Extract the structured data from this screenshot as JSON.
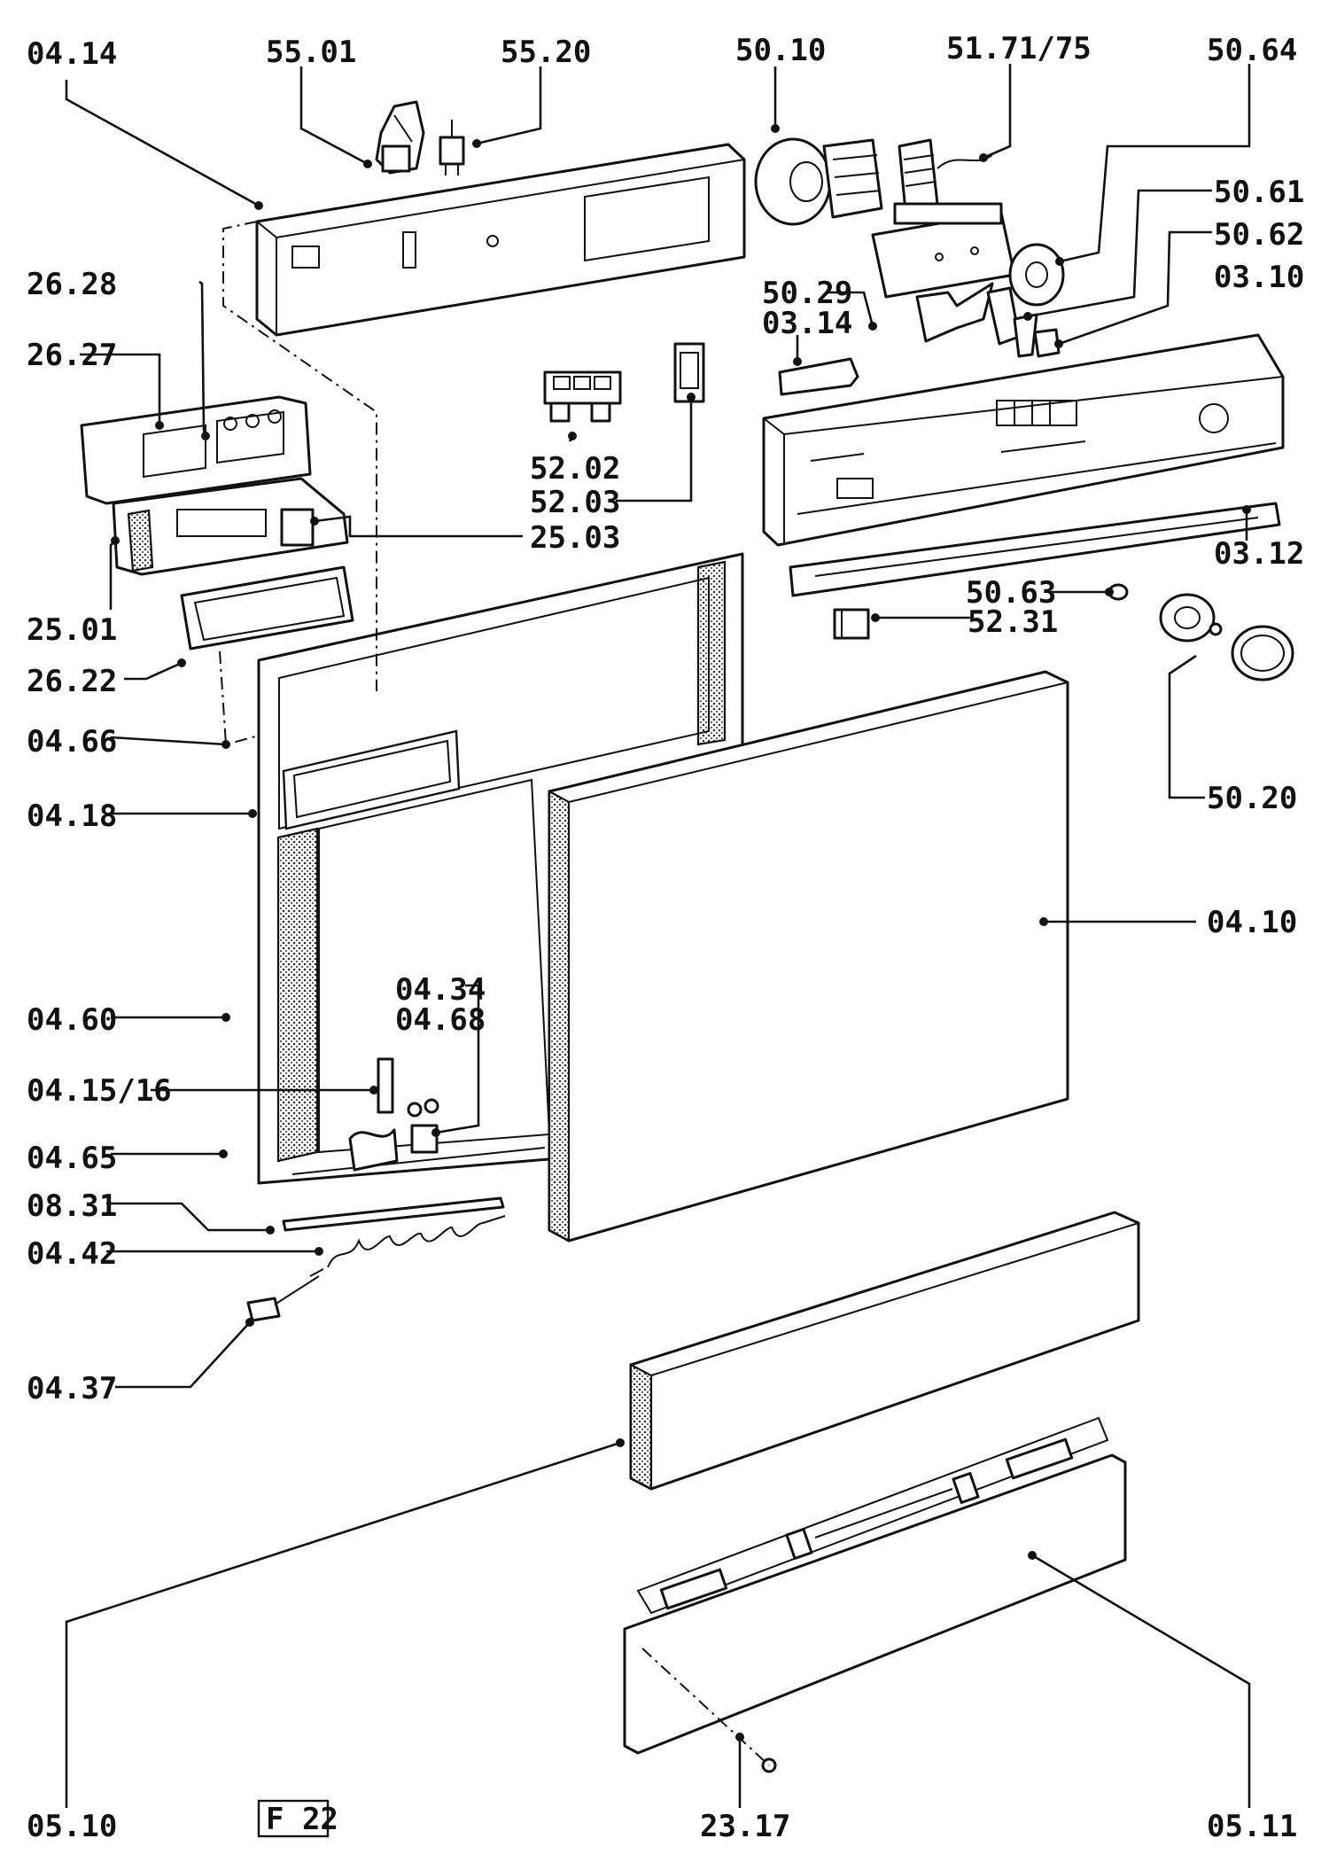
{
  "diagram": {
    "sheet_label": "F 22",
    "callouts": {
      "c0414": "04.14",
      "c5501": "55.01",
      "c5520": "55.20",
      "c5010": "50.10",
      "c5171": "51.71/75",
      "c5064": "50.64",
      "c2628": "26.28",
      "c2627": "26.27",
      "c5061": "50.61",
      "c5062": "50.62",
      "c0310": "03.10",
      "c5029": "50.29",
      "c0314": "03.14",
      "c5202": "52.02",
      "c5203": "52.03",
      "c2503": "25.03",
      "c2501": "25.01",
      "c2622": "26.22",
      "c0312": "03.12",
      "c5063": "50.63",
      "c5231": "52.31",
      "c0466": "04.66",
      "c0418": "04.18",
      "c5020": "50.20",
      "c0410": "04.10",
      "c0434": "04.34",
      "c0468": "04.68",
      "c0460": "04.60",
      "c041516": "04.15/16",
      "c0465": "04.65",
      "c0831": "08.31",
      "c0442": "04.42",
      "c0437": "04.37",
      "c0510": "05.10",
      "c2317": "23.17",
      "c0511": "05.11"
    }
  }
}
